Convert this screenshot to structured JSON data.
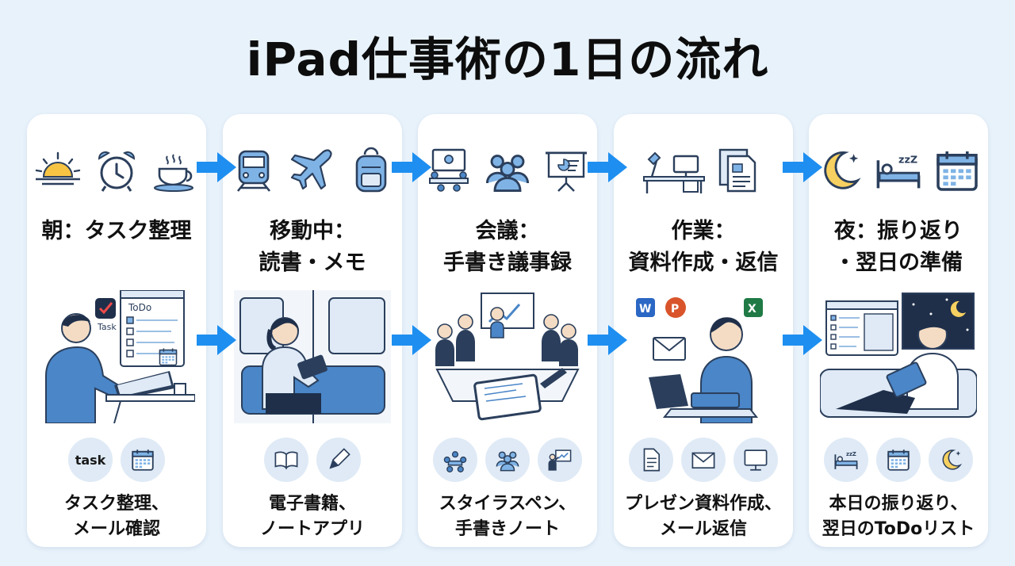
{
  "title": "iPad仕事術の1日の流れ",
  "colors": {
    "arrow": "#1e8ff0",
    "icon_stroke": "#2b3f5c",
    "icon_fill": "#7fb3e6",
    "card": "#ffffff",
    "background": "#e8f2fb"
  },
  "stages": [
    {
      "label_line1": "朝：タスク整理",
      "label_line2": "",
      "top_icons": [
        "sunrise-icon",
        "alarm-clock-icon",
        "coffee-cup-icon"
      ],
      "illustration": "man-at-desk-with-ipad-todo",
      "illustration_text": {
        "app_label": "Task",
        "screen_title": "ToDo"
      },
      "circle_icons": [
        "task-text-icon",
        "calendar-icon"
      ],
      "circle_text": "task",
      "tool_line1": "タスク整理、",
      "tool_line2": "メール確認"
    },
    {
      "label_line1": "移動中：",
      "label_line2": "読書・メモ",
      "top_icons": [
        "train-icon",
        "airplane-icon",
        "backpack-icon"
      ],
      "illustration": "woman-reading-on-train",
      "circle_icons": [
        "book-icon",
        "pencil-icon"
      ],
      "tool_line1": "電子書籍、",
      "tool_line2": "ノートアプリ"
    },
    {
      "label_line1": "会議：",
      "label_line2": "手書き議事録",
      "top_icons": [
        "meeting-screen-icon",
        "team-icon",
        "presentation-board-icon"
      ],
      "illustration": "meeting-with-tablet-notes",
      "circle_icons": [
        "meeting-icon",
        "team-icon",
        "presenter-icon"
      ],
      "tool_line1": "スタイラスペン、",
      "tool_line2": "手書きノート"
    },
    {
      "label_line1": "作業：",
      "label_line2": "資料作成・返信",
      "top_icons": [
        "desk-lamp-computer-icon",
        "documents-icon"
      ],
      "illustration": "man-typing-on-ipad-with-office-apps",
      "circle_icons": [
        "document-icon",
        "mail-icon",
        "monitor-icon"
      ],
      "tool_line1": "プレゼン資料作成、",
      "tool_line2": "メール返信"
    },
    {
      "label_line1": "夜：振り返り",
      "label_line2": "・翌日の準備",
      "top_icons": [
        "moon-stars-icon",
        "sleeping-bed-icon",
        "calendar-icon"
      ],
      "illustration": "man-relaxing-with-ipad-at-night",
      "circle_icons": [
        "bed-icon",
        "calendar-icon",
        "moon-icon"
      ],
      "tool_line1": "本日の振り返り、",
      "tool_line2": "翌日のToDoリスト"
    }
  ]
}
